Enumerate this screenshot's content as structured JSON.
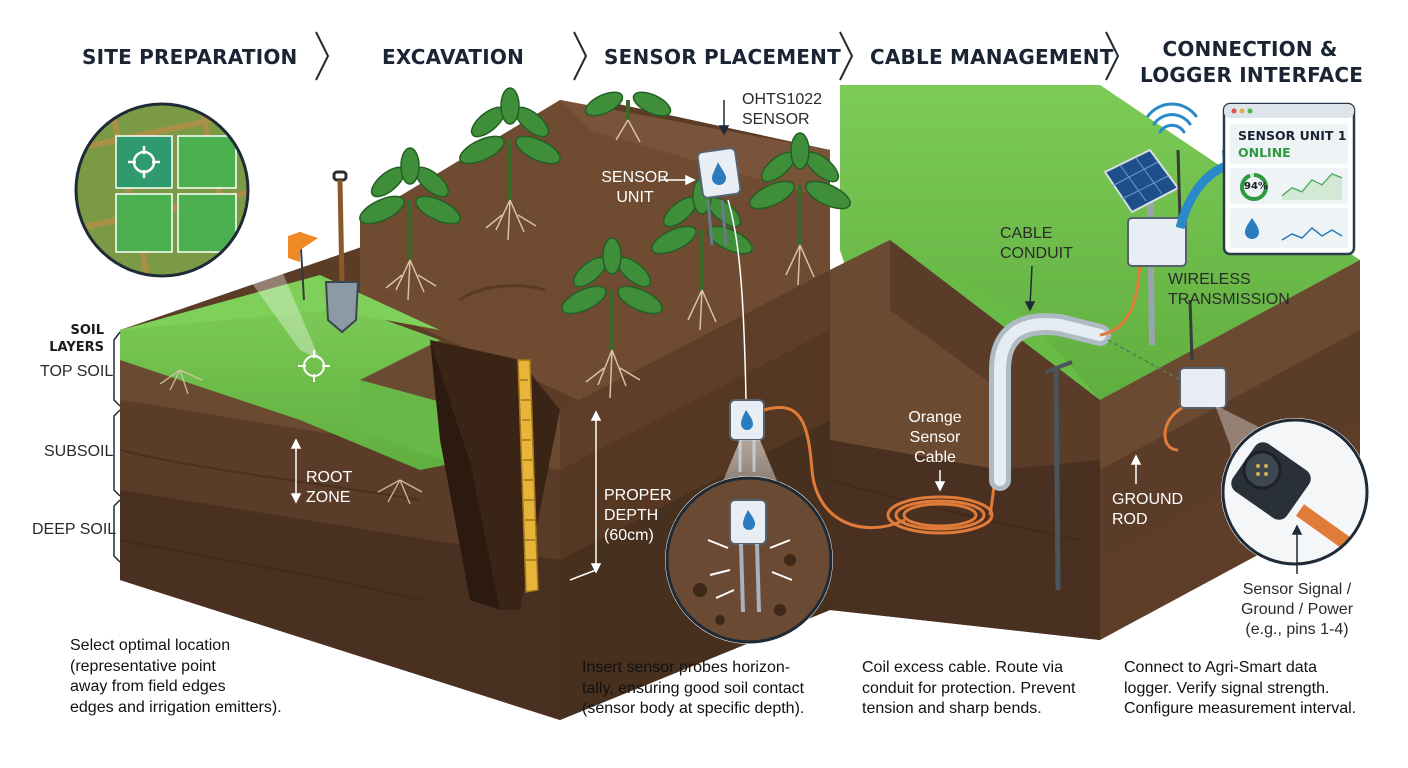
{
  "steps": [
    {
      "title": "SITE PREPARATION",
      "caption": [
        "Select optimal location",
        "(representative point",
        "away from field edges",
        "edges and irrigation emitters)."
      ]
    },
    {
      "title": "EXCAVATION"
    },
    {
      "title": "SENSOR PLACEMENT",
      "caption": [
        "Insert sensor probes horizon-",
        "tally, ensuring good soil contact",
        "(sensor body at specific depth)."
      ]
    },
    {
      "title": "CABLE MANAGEMENT",
      "caption": [
        "Coil excess cable. Route via",
        "conduit for protection. Prevent",
        "tension and sharp bends."
      ]
    },
    {
      "title_lines": [
        "CONNECTION &",
        "LOGGER INTERFACE"
      ],
      "caption": [
        "Connect to Agri-Smart data",
        "logger. Verify signal strength.",
        "Configure measurement interval."
      ]
    }
  ],
  "soil_legend": {
    "title_lines": [
      "SOIL",
      "LAYERS"
    ],
    "layers": [
      "TOP SOIL",
      "SUBSOIL",
      "DEEP SOIL"
    ]
  },
  "labels": {
    "root_zone": [
      "ROOT",
      "ZONE"
    ],
    "sensor_model": [
      "OHTS1022",
      "SENSOR"
    ],
    "sensor_unit": [
      "SENSOR",
      "UNIT"
    ],
    "proper_depth": [
      "PROPER",
      "DEPTH",
      "(60cm)"
    ],
    "cable_conduit": [
      "CABLE",
      "CONDUIT"
    ],
    "orange_cable": [
      "Orange",
      "Sensor",
      "Cable"
    ],
    "wireless": [
      "WIRELESS",
      "TRANSMISSION"
    ],
    "ground_rod": [
      "GROUND",
      "ROD"
    ],
    "pinout": [
      "Sensor Signal /",
      "Ground / Power",
      "(e.g., pins 1-4)"
    ]
  },
  "dashboard": {
    "unit_name": "SENSOR UNIT 1",
    "status": "ONLINE",
    "percent": "94%",
    "percent_value": 0.94
  },
  "colors": {
    "grass": "#6cbf4a",
    "soil_top": "#6b4a32",
    "soil_mid": "#5a3c28",
    "soil_deep": "#4a3020",
    "cable": "#e07b39",
    "flag": "#f08a24",
    "sensor": "#e8eef3",
    "water_drop": "#2b7bbf",
    "online": "#2e9a3e"
  },
  "icons": [
    "shovel-icon",
    "flag-icon",
    "target-icon",
    "water-drop-icon",
    "wifi-icon",
    "solar-panel-icon",
    "arrow-icon"
  ]
}
